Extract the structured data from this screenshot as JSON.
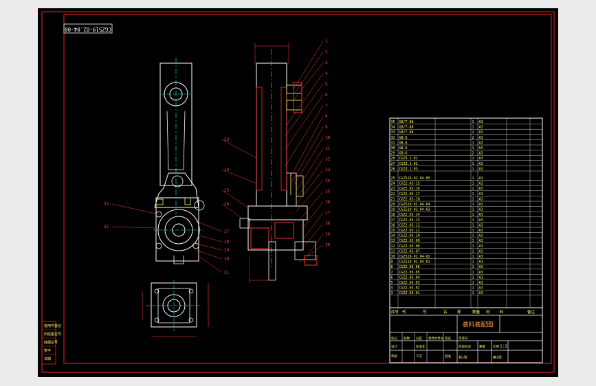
{
  "drawing": {
    "code_stamp": "CGZ519-02.04-00",
    "title": "装料装配图",
    "scale": "1:2",
    "sheet_of": [
      "共1张",
      "第1张"
    ]
  },
  "colors": {
    "background": "#000000",
    "frame": "#ff2020",
    "outline": "#ffffff",
    "part": "#ffff80",
    "center": "#00ffff",
    "dimension": "#ff4040",
    "section": "#ff3030"
  },
  "balloons_right": [
    "1",
    "2",
    "3",
    "4",
    "5",
    "6",
    "7",
    "8",
    "9",
    "10",
    "11",
    "12",
    "13",
    "14",
    "15",
    "16",
    "17",
    "18",
    "19",
    "20"
  ],
  "balloons_left": [
    "23",
    "24",
    "25",
    "26",
    "27",
    "28",
    "29",
    "30",
    "31",
    "32",
    "33"
  ],
  "bom": {
    "upper": [
      [
        "35",
        "GB/T-88",
        "",
        "1",
        "A3",
        "",
        ""
      ],
      [
        "34",
        "GB/T-88",
        "",
        "1",
        "A3",
        "",
        ""
      ],
      [
        "33",
        "GB/T-88",
        "",
        "2",
        "A3",
        "",
        ""
      ],
      [
        "32",
        "GB-6",
        "",
        "2",
        "A3",
        "",
        ""
      ],
      [
        "31",
        "GB-6",
        "",
        "1",
        "A3",
        "",
        ""
      ],
      [
        "30",
        "GB-6",
        "",
        "1",
        "A3",
        "",
        ""
      ],
      [
        "29",
        "GB-6",
        "",
        "2",
        "A3",
        "",
        ""
      ],
      [
        "28",
        "CGZ3.1-01",
        "",
        "1",
        "A3",
        "",
        ""
      ],
      [
        "27",
        "CGZ3.1-02",
        "",
        "1",
        "A3",
        "",
        ""
      ],
      [
        "26",
        "CGZ3.1-03",
        "",
        "1",
        "A3",
        "",
        ""
      ]
    ],
    "lower": [
      [
        "25",
        "CGZ519-02.04-05",
        "",
        "1",
        "A3",
        "",
        ""
      ],
      [
        "24",
        "CGZ2.03-15",
        "",
        "1",
        "A3",
        "",
        ""
      ],
      [
        "23",
        "CGZ2.03-16",
        "",
        "1",
        "A3",
        "",
        ""
      ],
      [
        "22",
        "CGZ2.03-17",
        "",
        "1",
        "A3",
        "",
        ""
      ],
      [
        "21",
        "CGZ2.03-18",
        "",
        "1",
        "A3",
        "",
        ""
      ],
      [
        "20",
        "CGZ519-02.04-04",
        "",
        "1",
        "A3",
        "",
        ""
      ],
      [
        "19",
        "CGZ519-02.04-03",
        "",
        "1",
        "A3",
        "",
        ""
      ],
      [
        "18",
        "CGZ2.03-14",
        "",
        "1",
        "A3",
        "",
        ""
      ],
      [
        "17",
        "CGZ2.03-13",
        "",
        "1",
        "A3",
        "",
        ""
      ],
      [
        "16",
        "CGZ2.03-12",
        "",
        "1",
        "A3",
        "",
        ""
      ],
      [
        "15",
        "CGZ2.03-11",
        "",
        "1",
        "A3",
        "",
        ""
      ],
      [
        "14",
        "CGZ2.03-10",
        "",
        "1",
        "A3",
        "",
        ""
      ],
      [
        "13",
        "CGZ2.03-09",
        "",
        "1",
        "A3",
        "",
        ""
      ],
      [
        "12",
        "CGZ2.03-08",
        "",
        "1",
        "A3",
        "",
        ""
      ],
      [
        "11",
        "CGZ2.03-07",
        "",
        "1",
        "A3",
        "",
        ""
      ],
      [
        "10",
        "CGZ519-02.04-02",
        "",
        "1",
        "A3",
        "",
        ""
      ],
      [
        "9",
        "CGZ519-02.04-01",
        "",
        "1",
        "A3",
        "",
        ""
      ],
      [
        "8",
        "CGZ2.03-06",
        "",
        "1",
        "A3",
        "",
        ""
      ],
      [
        "7",
        "CGZ2.03-05",
        "",
        "1",
        "A3",
        "",
        ""
      ],
      [
        "6",
        "CGZ2.03-04",
        "",
        "1",
        "A3",
        "",
        ""
      ],
      [
        "5",
        "CGZ2.03-03",
        "",
        "1",
        "A3",
        "",
        ""
      ],
      [
        "4",
        "CGZ2.03-02",
        "",
        "1",
        "A3",
        "",
        ""
      ],
      [
        "3",
        "CGZ2.03-01",
        "",
        "1",
        "A3",
        "",
        ""
      ]
    ],
    "header": [
      "序号",
      "代",
      "号",
      "名",
      "称",
      "数量",
      "材",
      "料",
      "备注"
    ]
  },
  "title_block": {
    "labels": [
      "标记",
      "处数",
      "分区",
      "更改文件号",
      "签名",
      "年月日",
      "设计",
      "标准化",
      "阶段标记",
      "重量",
      "比例",
      "审核",
      "工艺",
      "批准"
    ]
  },
  "left_stack": [
    "借用件登记",
    "旧底图总号",
    "底图总号",
    "签字",
    "日期"
  ]
}
